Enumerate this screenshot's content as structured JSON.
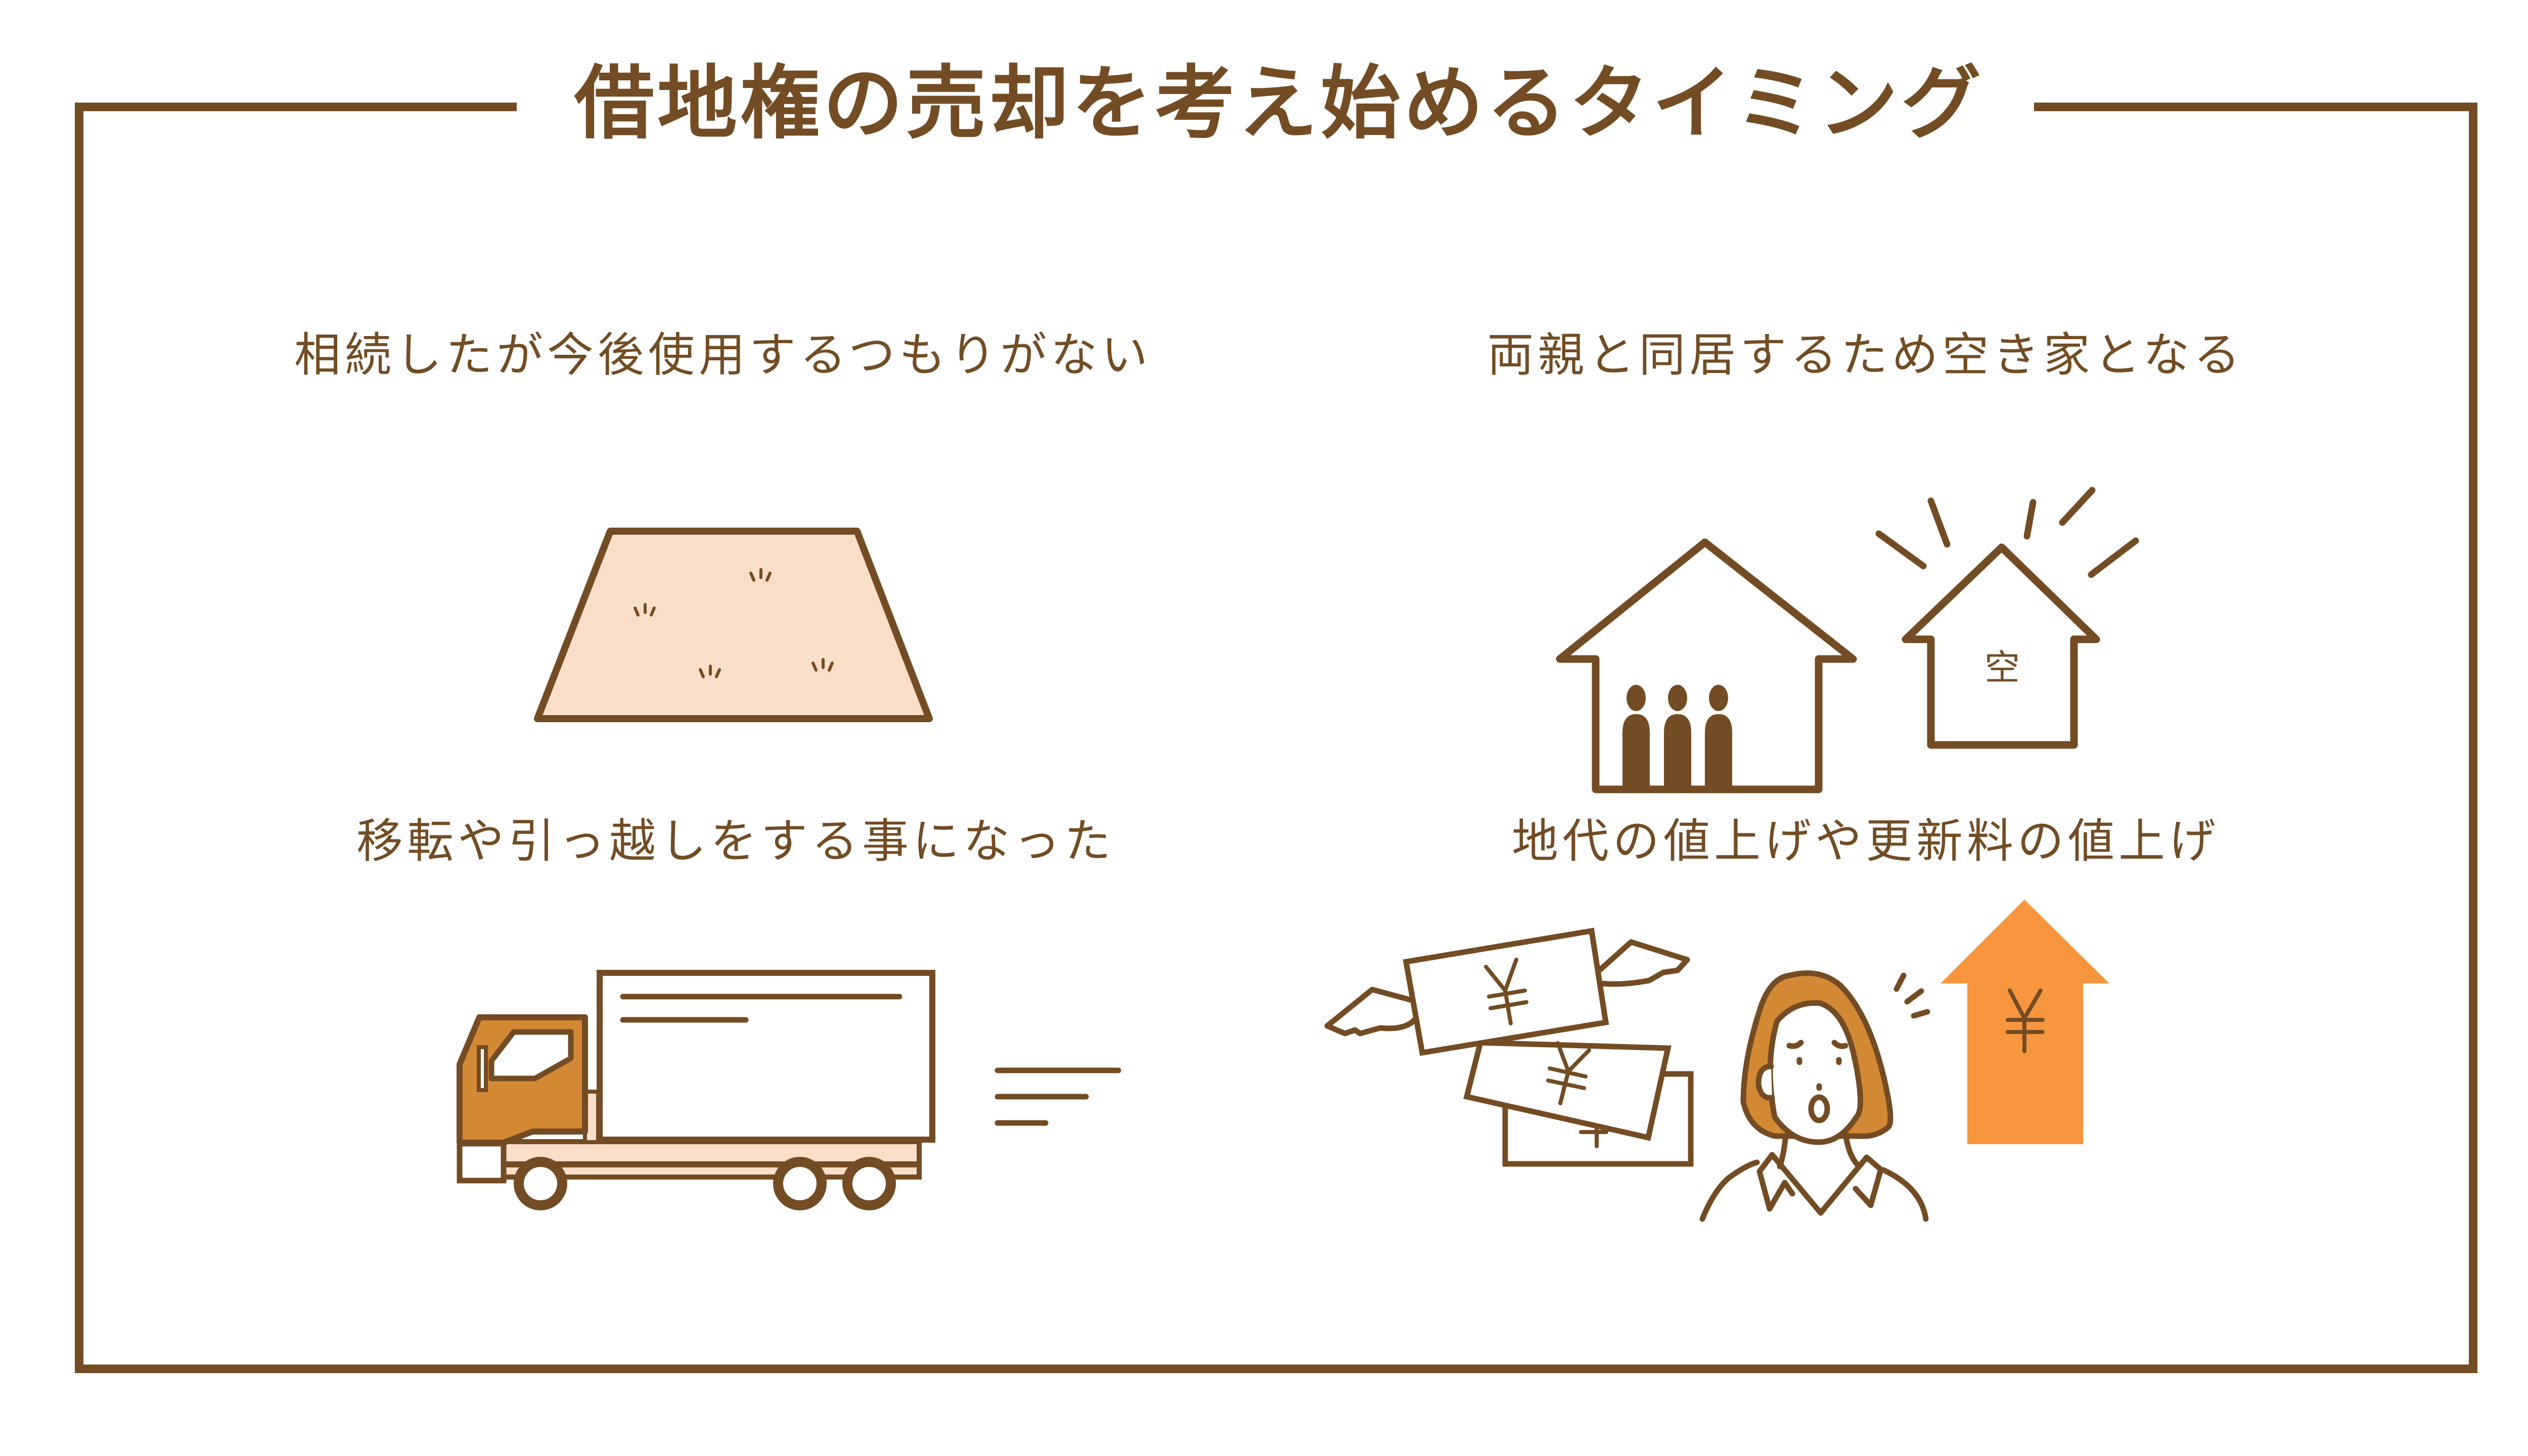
{
  "title": "借地権の売却を考え始めるタイミング",
  "colors": {
    "primary_brown": "#734C24",
    "land_fill": "#F9DEC9",
    "truck_cab": "#D38933",
    "hair": "#D38933",
    "arrow_orange": "#F7963E",
    "background": "#FFFFFF"
  },
  "items": [
    {
      "label": "相続したが今後使用するつもりがない",
      "illustration": "vacant-land-icon"
    },
    {
      "label": "両親と同居するため空き家となる",
      "illustration": "houses-icon",
      "house_people_count": 3,
      "empty_house_label": "空"
    },
    {
      "label": "移転や引っ越しをする事になった",
      "illustration": "moving-truck-icon"
    },
    {
      "label": "地代の値上げや更新料の値上げ",
      "illustration": "rent-increase-icon",
      "arrow_symbol": "¥",
      "bill_symbol": "¥"
    }
  ]
}
